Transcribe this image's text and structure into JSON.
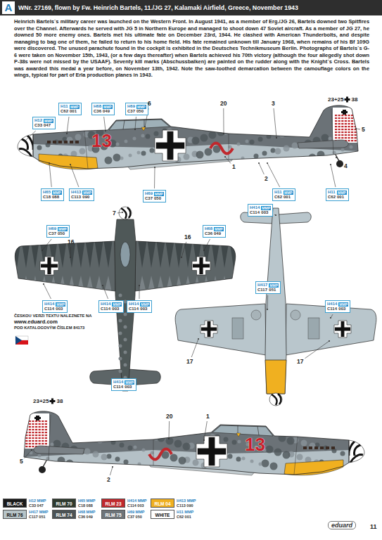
{
  "diagram": {
    "title": "WNr. 27169, flown by Fw. Heinrich Bartels, 11./JG 27, Kalamaki Airfield, Greece, November 1943",
    "nodes": [
      {
        "text": [
          "A"
        ]
      },
      {
        "text": [
          "H11",
          "MMP",
          "C62",
          "001"
        ]
      },
      {
        "text": [
          "H12",
          "MMP",
          "C33",
          "047"
        ]
      },
      {
        "text": [
          "H68",
          "MMP",
          "C36",
          "049"
        ]
      },
      {
        "text": [
          "H69",
          "MMP",
          "C37",
          "050"
        ]
      },
      {
        "text": [
          "H65",
          "MMP",
          "C18",
          "088"
        ]
      },
      {
        "text": [
          "H413",
          "MMP",
          "C113",
          "090"
        ]
      },
      {
        "text": [
          "H69",
          "MMP",
          "C37",
          "050"
        ]
      },
      {
        "text": [
          "H11",
          "MMP",
          "C62",
          "001"
        ]
      },
      {
        "text": [
          "H11",
          "MMP",
          "C62",
          "001"
        ]
      },
      {
        "text": [
          "H414",
          "MMP",
          "C114",
          "003"
        ]
      },
      {
        "text": [
          "H69",
          "MMP",
          "C37",
          "050"
        ]
      },
      {
        "text": [
          "H68",
          "MMP",
          "C36",
          "049"
        ]
      },
      {
        "text": [
          "H414",
          "MMP",
          "C114",
          "003"
        ]
      },
      {
        "text": [
          "H414",
          "MMP",
          "C114",
          "003"
        ]
      },
      {
        "text": [
          "H414",
          "MMP",
          "C114",
          "003"
        ]
      },
      {
        "text": [
          "H417",
          "MMP",
          "C117",
          "051"
        ]
      },
      {
        "text": [
          "H414",
          "MMP",
          "C114",
          "003"
        ]
      },
      {
        "text": [
          "H414",
          "MMP",
          "C114",
          "003"
        ]
      }
    ],
    "labels": [
      "6",
      "20",
      "3",
      "23+25",
      "38",
      "13",
      "1",
      "2",
      "5",
      "4",
      "7",
      "16",
      "16",
      "ČESKOU VERZI TEXTU NALEZNETE NA",
      "www.eduard.com",
      "POD KATALOGOVÝM ČÍSLEM 84173",
      "17",
      "17",
      "23+25",
      "38",
      "20",
      "1",
      "5",
      "2",
      "13",
      "H12 MMP",
      "C33 047",
      "H65 MMP",
      "C18 088",
      "H414 MMP",
      "C114 003",
      "H413 MMP",
      "C113 090",
      "H417 MMP",
      "C117 051",
      "H68 MMP",
      "C36 049",
      "H69 MMP",
      "C37 050",
      "H11 MMP",
      "C62 001",
      "eduard",
      "11",
      "Heinrich Bartels´s military career was launched on the Western Front. In August 1941, as a member of Erg./JG 26, Bartels downed two Spitfires over the Channel. Afterwards he served with JG 5 in Northern Europe and managed to shoot down 47 Soviet aircraft. As a member of JG 27, he downed 50 more enemy ones. Bartels met his ultimate fate on December 23rd, 1944. He clashed with American Thunderbolts, and despite managing to bag one of them, he failed to return to his home field. His fate remained unknown till January 1968, when remains of his Bf 109G were discovered. The unused parachute found in the cockpit is exhibited in the Deutsches Technikmuseum Berlin. Photographs of Bartels´s G-6 were taken on November 15th, 1943, (or a few days thereafter) when Bartels achieved his 70th victory (although the four allegedly shot down P-38s were not missed by the USAAF). Seventy kill marks (Abschussbalken) are painted on the rudder along with the Knight´s Cross. Bartels was awarded this medal a year before, on November 13th, 1942. Note the saw-toothed demarcation between the camouflage colors on the wings, typical for part of Erla production planes in 1943."
    ],
    "legend": [
      {
        "text": "BLACK",
        "color": "#1a1a1a"
      },
      {
        "text": "RLM 70",
        "color": "#2f3a2e"
      },
      {
        "text": "RLM 23",
        "color": "#c0282d"
      },
      {
        "text": "RLM 04",
        "color": "#f0b020"
      },
      {
        "text": "RLM 76",
        "color": "#b7c4c8"
      },
      {
        "text": "RLM 74",
        "color": "#4c5355"
      },
      {
        "text": "RLM 75",
        "color": "#6e7479"
      },
      {
        "text": "WHITE",
        "color": "#ffffff"
      }
    ]
  }
}
